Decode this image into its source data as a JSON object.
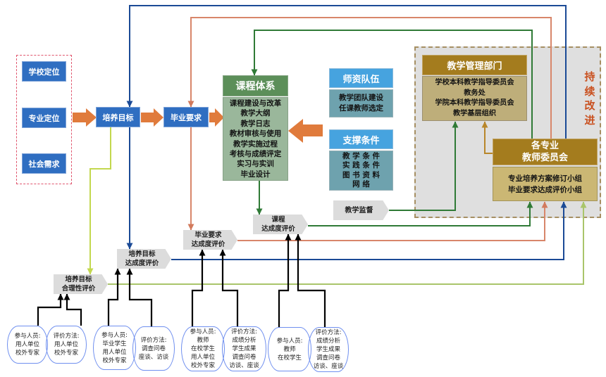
{
  "left_group": {
    "items": [
      {
        "label": "学校定位"
      },
      {
        "label": "专业定位"
      },
      {
        "label": "社会需求"
      }
    ]
  },
  "flow": {
    "training_goal": "培养目标",
    "graduation_requirement": "毕业要求"
  },
  "curriculum": {
    "title": "课程体系",
    "items": [
      "课程建设与改革",
      "教学大纲",
      "教学日志",
      "教材审核与使用",
      "教学实施过程",
      "考核与成绩评定",
      "实习与实训",
      "毕业设计"
    ]
  },
  "faculty": {
    "title": "师资队伍",
    "items": [
      "教学团队建设",
      "任课教师选定"
    ]
  },
  "support": {
    "title": "支撑条件",
    "items": [
      "教 学 条 件",
      "实 践 条 件",
      "图 书 资 料",
      "网    络"
    ]
  },
  "supervision": {
    "label": "教学监督"
  },
  "management": {
    "title": "教学管理部门",
    "items": [
      "学校本科教学指导委员会",
      "教务处",
      "学院本科教学指导委员会",
      "教学基层组织"
    ]
  },
  "committee": {
    "title_lines": [
      "各专业",
      "教师委员会"
    ],
    "items": [
      "专业培养方案修订小组",
      "毕业要求达成评价小组"
    ]
  },
  "continuous_improvement": {
    "chars": [
      "持",
      "续",
      "改",
      "进"
    ]
  },
  "evaluations": [
    {
      "lines": [
        "培养目标",
        "合理性评价"
      ]
    },
    {
      "lines": [
        "培养目标",
        "达成度评价"
      ]
    },
    {
      "lines": [
        "毕业要求",
        "达成度评价"
      ]
    },
    {
      "lines": [
        "课程",
        "达成度评价"
      ]
    }
  ],
  "evaluation_inputs": [
    {
      "lines": [
        "参与人员:",
        "用人单位",
        "校外专家"
      ]
    },
    {
      "lines": [
        "评价方法:",
        "用人单位",
        "校外专家"
      ]
    },
    {
      "lines": [
        "参与人员:",
        "毕业学生",
        "用人单位",
        "校外专家"
      ]
    },
    {
      "lines": [
        "评价方法:",
        "调查问卷",
        "座谈、访谈"
      ]
    },
    {
      "lines": [
        "参与人员:",
        "教师",
        "在校学生",
        "用人单位",
        "校外专家"
      ]
    },
    {
      "lines": [
        "评价方法:",
        "成绩分析",
        "学生成果",
        "调查问卷",
        "访谈、座谈"
      ]
    },
    {
      "lines": [
        "参与人员:",
        "教师",
        "在校学生"
      ]
    },
    {
      "lines": [
        "评价方法:",
        "成绩分析",
        "学生成果",
        "调查问卷",
        "访谈、座谈"
      ]
    }
  ],
  "colors": {
    "position_box": "#2F6EC1",
    "flow_arrow": "#E07B3C",
    "training_goal_loop": "#1B4A96",
    "graduation_loop": "#D8866A",
    "curriculum_loop": "#2F7A36",
    "rationality_loop": "#A9C56A",
    "continuous_improvement_text": "#C9501F"
  }
}
